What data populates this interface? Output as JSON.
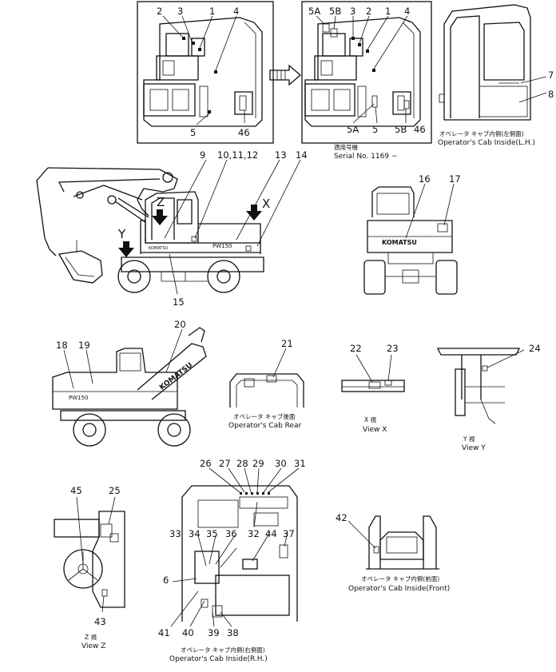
{
  "views": {
    "cab_lh_before": {
      "callouts": [
        "2",
        "3",
        "1",
        "4",
        "5",
        "46"
      ]
    },
    "cab_lh_after": {
      "callouts": [
        "5A",
        "5B",
        "3",
        "2",
        "1",
        "4",
        "5A",
        "5",
        "5B",
        "46"
      ],
      "serial_label_jp": "適用号機",
      "serial_label": "Serial No. 1169 ~"
    },
    "cab_lh_inside": {
      "callouts": [
        "7",
        "8"
      ],
      "caption_jp": "オペレータ キャブ内側(左側面)",
      "caption": "Operator's Cab Inside(L.H.)"
    },
    "machine_side": {
      "callouts": [
        "9",
        "10,11,12",
        "13",
        "14",
        "15"
      ],
      "view_markers": [
        "Z",
        "Y",
        "X"
      ],
      "brand_text": "KOMATSU",
      "model_text": "PW150"
    },
    "machine_rear": {
      "callouts": [
        "16",
        "17"
      ],
      "brand_text": "KOMATSU"
    },
    "machine_side_rh": {
      "callouts": [
        "18",
        "19",
        "20"
      ],
      "brand_text": "KOMATSU",
      "model_text": "PW150"
    },
    "cab_rear": {
      "callouts": [
        "21"
      ],
      "caption_jp": "オペレータ キャブ後面",
      "caption": "Operator's Cab Rear"
    },
    "view_x": {
      "callouts": [
        "22",
        "23"
      ],
      "caption_jp": "X 視",
      "caption": "View X"
    },
    "view_y": {
      "callouts": [
        "24"
      ],
      "caption_jp": "Y 視",
      "caption": "View Y"
    },
    "view_z": {
      "callouts": [
        "45",
        "25",
        "43"
      ],
      "caption_jp": "Z 視",
      "caption": "View Z"
    },
    "cab_rh_inside": {
      "callouts": [
        "26",
        "27",
        "28",
        "29",
        "30",
        "31",
        "32",
        "44",
        "37",
        "33",
        "34",
        "35",
        "36",
        "6",
        "41",
        "40",
        "39",
        "38"
      ],
      "caption_jp": "オペレータ キャブ内側(右側面)",
      "caption": "Operator's Cab Inside(R.H.)"
    },
    "cab_front": {
      "callouts": [
        "42"
      ],
      "caption_jp": "オペレータ キャブ内側(前面)",
      "caption": "Operator's Cab Inside(Front)"
    }
  }
}
